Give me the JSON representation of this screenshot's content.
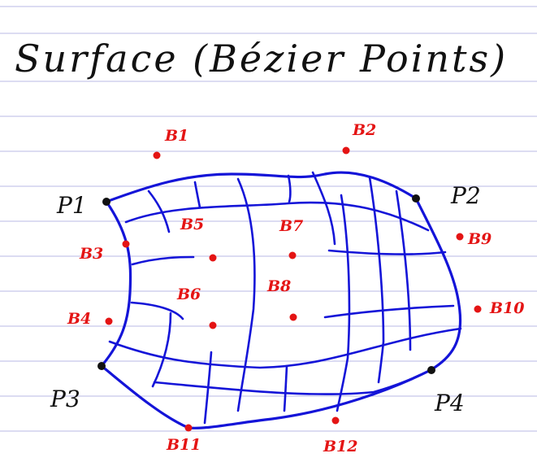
{
  "title": "Surface (Bézier Points)",
  "colors": {
    "paper": "#ffffff",
    "rule_lines": "#b9b9e6",
    "surface_ink": "#1414d8",
    "bezier_points": "#e41414",
    "corner_points": "#111111",
    "title_ink": "#111111"
  },
  "corner_points": [
    "P1",
    "P2",
    "P3",
    "P4"
  ],
  "bezier_points": [
    "B1",
    "B2",
    "B3",
    "B4",
    "B5",
    "B6",
    "B7",
    "B8",
    "B9",
    "B10",
    "B11",
    "B12"
  ]
}
